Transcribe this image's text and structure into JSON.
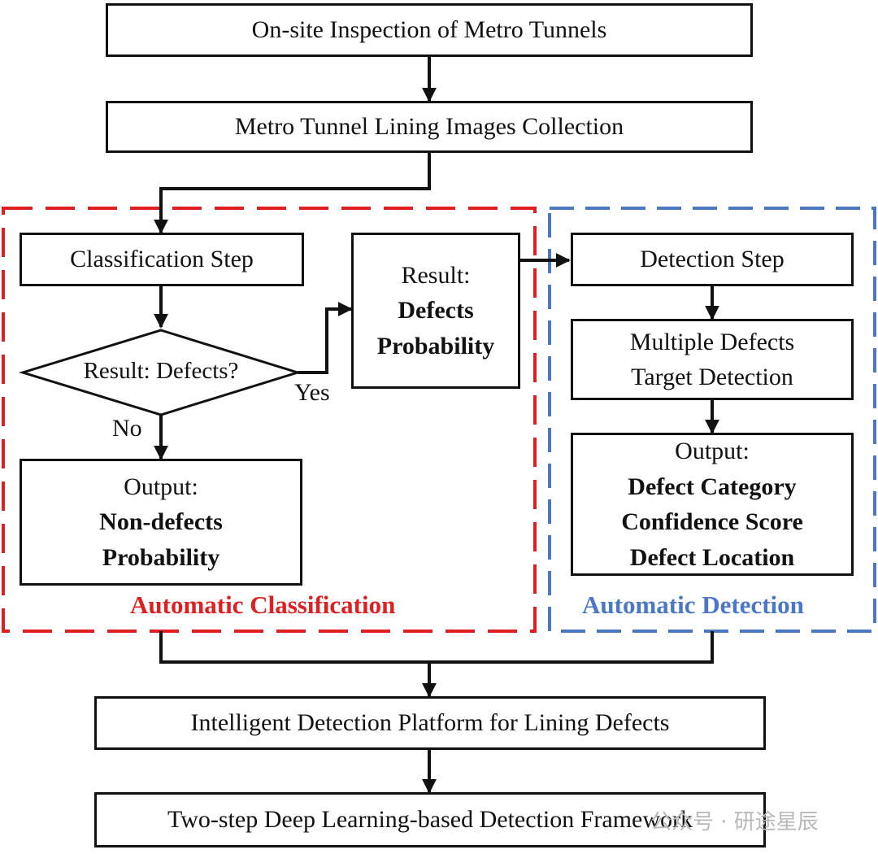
{
  "nodes": {
    "inspection": "On-site Inspection of Metro Tunnels",
    "collection": "Metro Tunnel Lining Images Collection",
    "classification_step": "Classification Step",
    "decision": "Result: Defects?",
    "result_defects": {
      "line1": "Result:",
      "line2": "Defects",
      "line3": "Probability"
    },
    "output_nondefects": {
      "line1": "Output:",
      "line2": "Non-defects",
      "line3": "Probability"
    },
    "detection_step": "Detection Step",
    "multi_detection": {
      "line1": "Multiple Defects",
      "line2": "Target Detection"
    },
    "output_detection": {
      "line1": "Output:",
      "line2": "Defect Category",
      "line3": "Confidence Score",
      "line4": "Defect Location"
    },
    "platform": "Intelligent Detection Platform for Lining Defects",
    "framework": "Two-step Deep Learning-based Detection Framework"
  },
  "edge_labels": {
    "yes": "Yes",
    "no": "No"
  },
  "regions": {
    "classification": {
      "title": "Automatic Classification",
      "color": "#e02020"
    },
    "detection": {
      "title": "Automatic Detection",
      "color": "#4a78c4"
    }
  },
  "watermark": "公众号 · 研途星辰"
}
